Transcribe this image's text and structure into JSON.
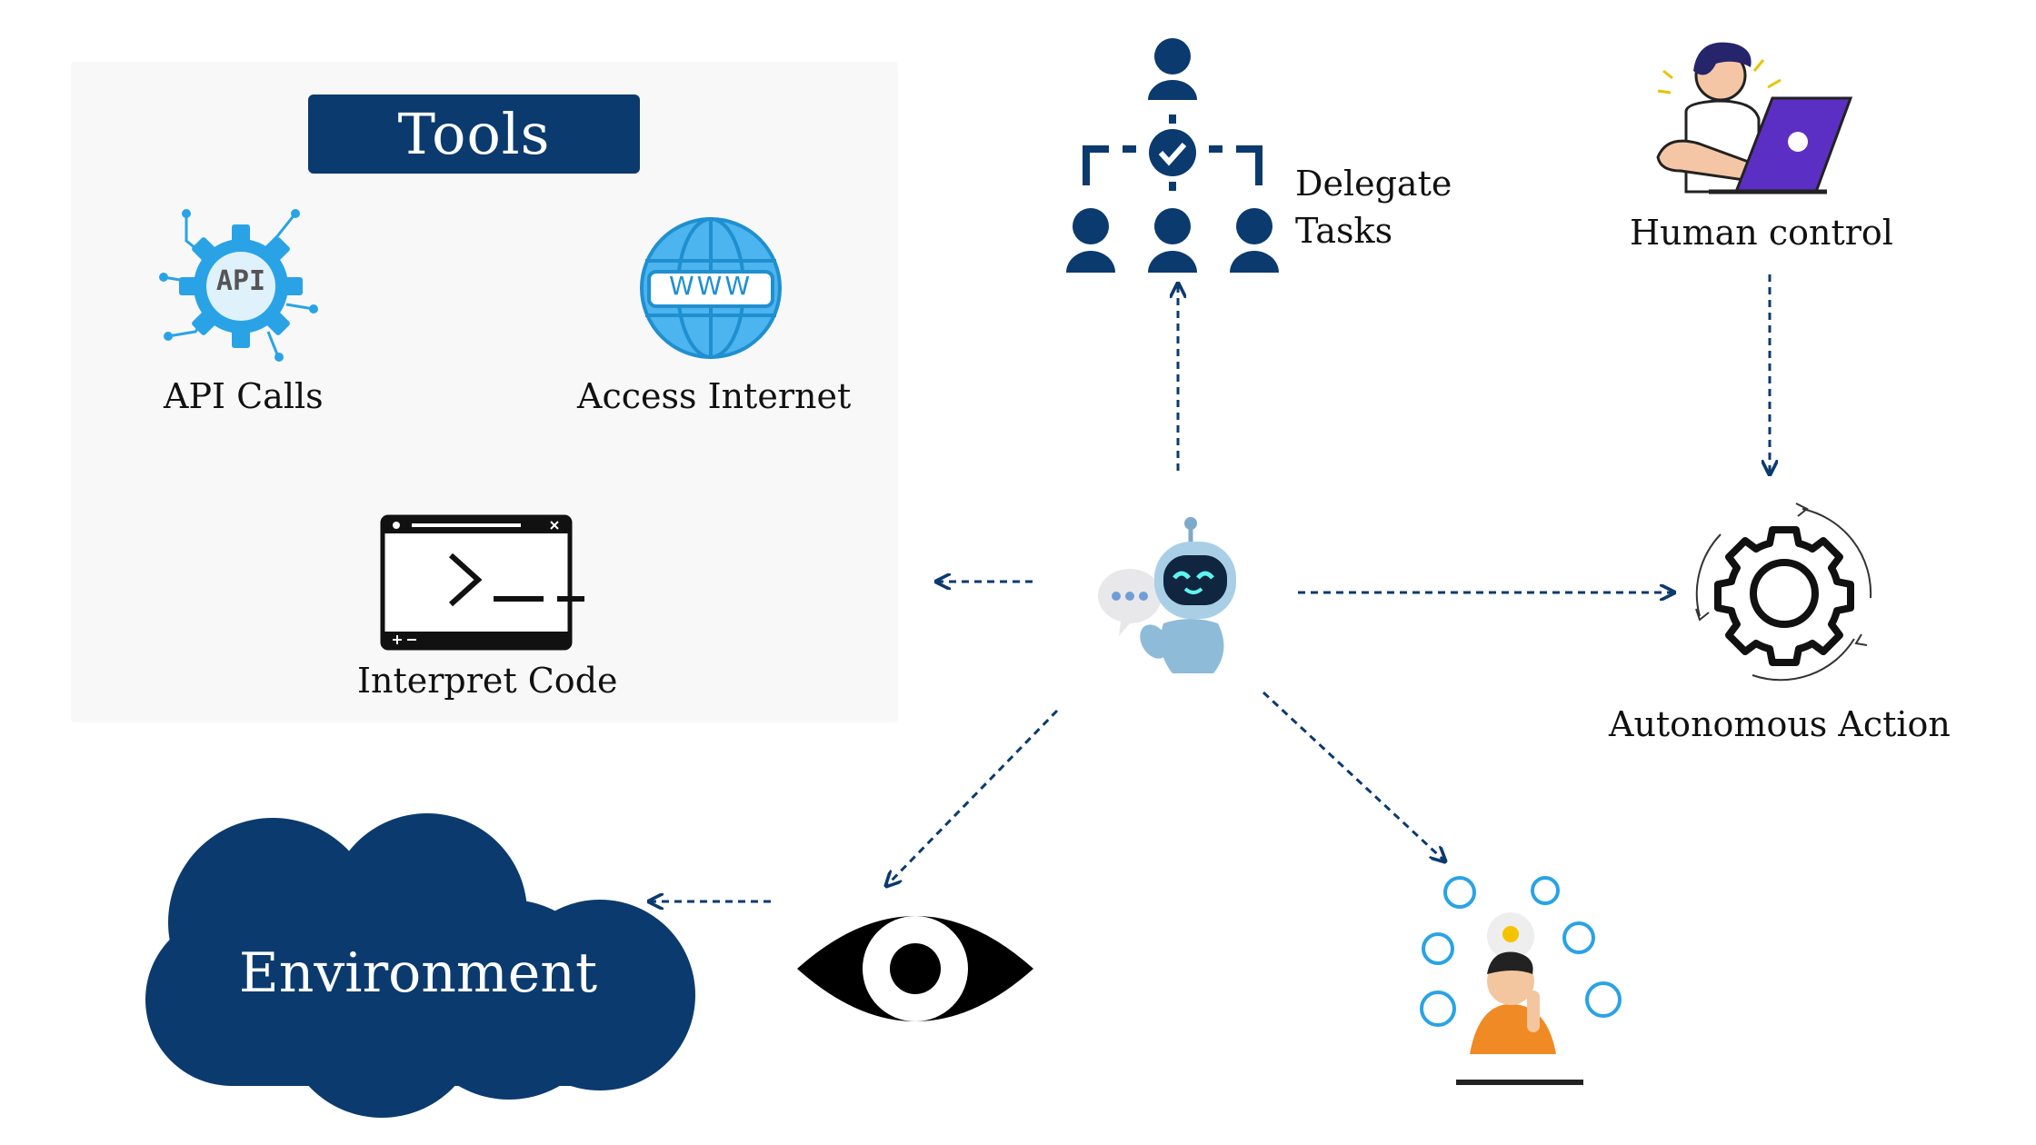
{
  "tools": {
    "title": "Tools",
    "api_label": "API Calls",
    "internet_label": "Access Internet",
    "www_text": "WWW",
    "api_text": "API",
    "code_label": "Interpret Code"
  },
  "delegate": {
    "line1": "Delegate",
    "line2": "Tasks"
  },
  "human_control": "Human control",
  "autonomous_action": "Autonomous Action",
  "environment": "Environment",
  "colors": {
    "navy": "#0b3a6e",
    "sky": "#29a3e6",
    "orange": "#f08a25"
  }
}
